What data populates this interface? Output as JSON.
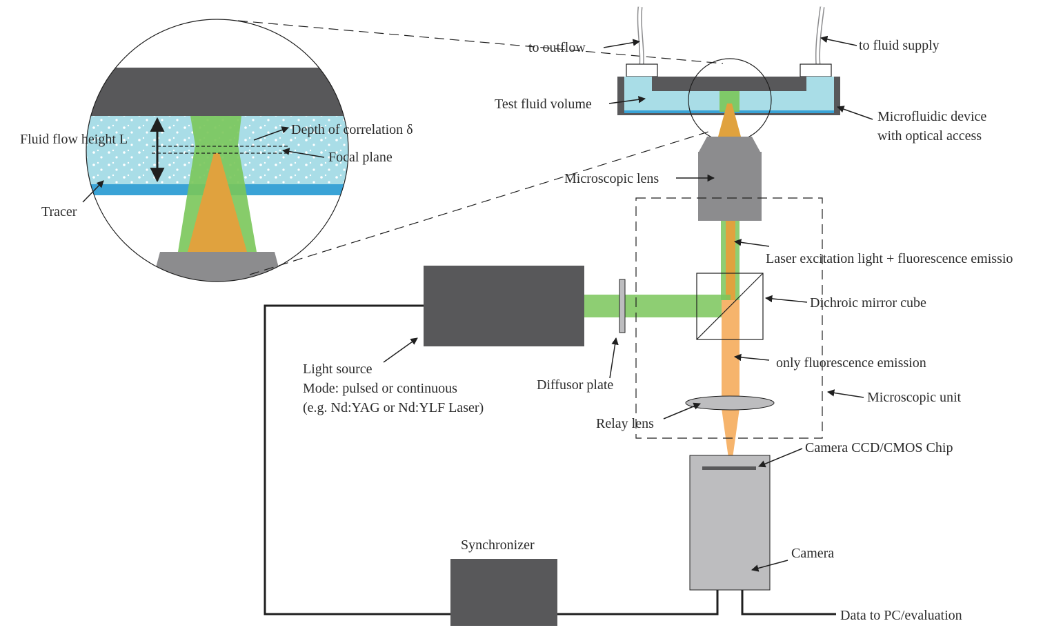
{
  "labels": {
    "to_outflow": "to outflow",
    "to_fluid_supply": "to fluid supply",
    "test_fluid_volume": "Test fluid volume",
    "microfluidic_device_1": "Microfluidic device",
    "microfluidic_device_2": "with optical access",
    "fluid_flow_height": "Fluid flow height L",
    "depth_of_correlation": "Depth of correlation δ",
    "focal_plane": "Focal plane",
    "tracer": "Tracer",
    "microscopic_lens": "Microscopic lens",
    "laser_excitation": "Laser excitation light + fluorescence emissio",
    "dichroic_mirror_cube": "Dichroic mirror cube",
    "only_fluorescence": "only fluorescence emission",
    "microscopic_unit": "Microscopic unit",
    "light_source_1": "Light source",
    "light_source_2": "Mode: pulsed or continuous",
    "light_source_3": "(e.g. Nd:YAG or Nd:YLF Laser)",
    "diffusor_plate": "Diffusor plate",
    "relay_lens": "Relay lens",
    "camera_chip": "Camera CCD/CMOS Chip",
    "camera": "Camera",
    "synchronizer": "Synchronizer",
    "data_to_pc": "Data to PC/evaluation"
  },
  "colors": {
    "dark_gray": "#58585a",
    "mid_gray": "#8c8c8e",
    "light_gray": "#bdbdbf",
    "fluid": "#a9dde7",
    "fluid_blue": "#3aa3d6",
    "green": "#7ac65a",
    "orange": "#e6a34a",
    "light_orange": "#f6b46c",
    "line": "#1f1f1f"
  }
}
